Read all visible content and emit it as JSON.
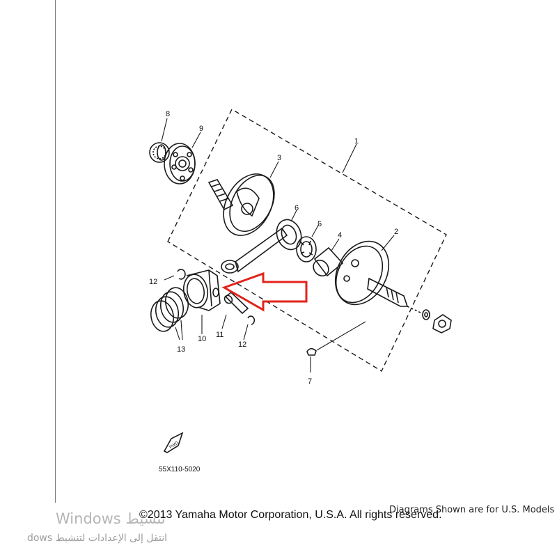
{
  "diagram": {
    "part_numbers": {
      "p1": "1",
      "p2": "2",
      "p3": "3",
      "p4": "4",
      "p5": "5",
      "p6": "6",
      "p7": "7",
      "p8": "8",
      "p9": "9",
      "p10": "10",
      "p11": "11",
      "p12a": "12",
      "p12b": "12",
      "p13": "13"
    },
    "fwd_label": "FWD",
    "diagram_code": "55X110-5020",
    "highlight_color": "#e0241b"
  },
  "footer": {
    "copyright": "©2013 Yamaha Motor Corporation, U.S.A. All rights reserved.",
    "disclaimer": "Diagrams Shown are for U.S. Models"
  },
  "watermark": {
    "line1": "Windows تنشيط",
    "line2": "dows انتقل إلى الإعدادات لتنشيط"
  }
}
